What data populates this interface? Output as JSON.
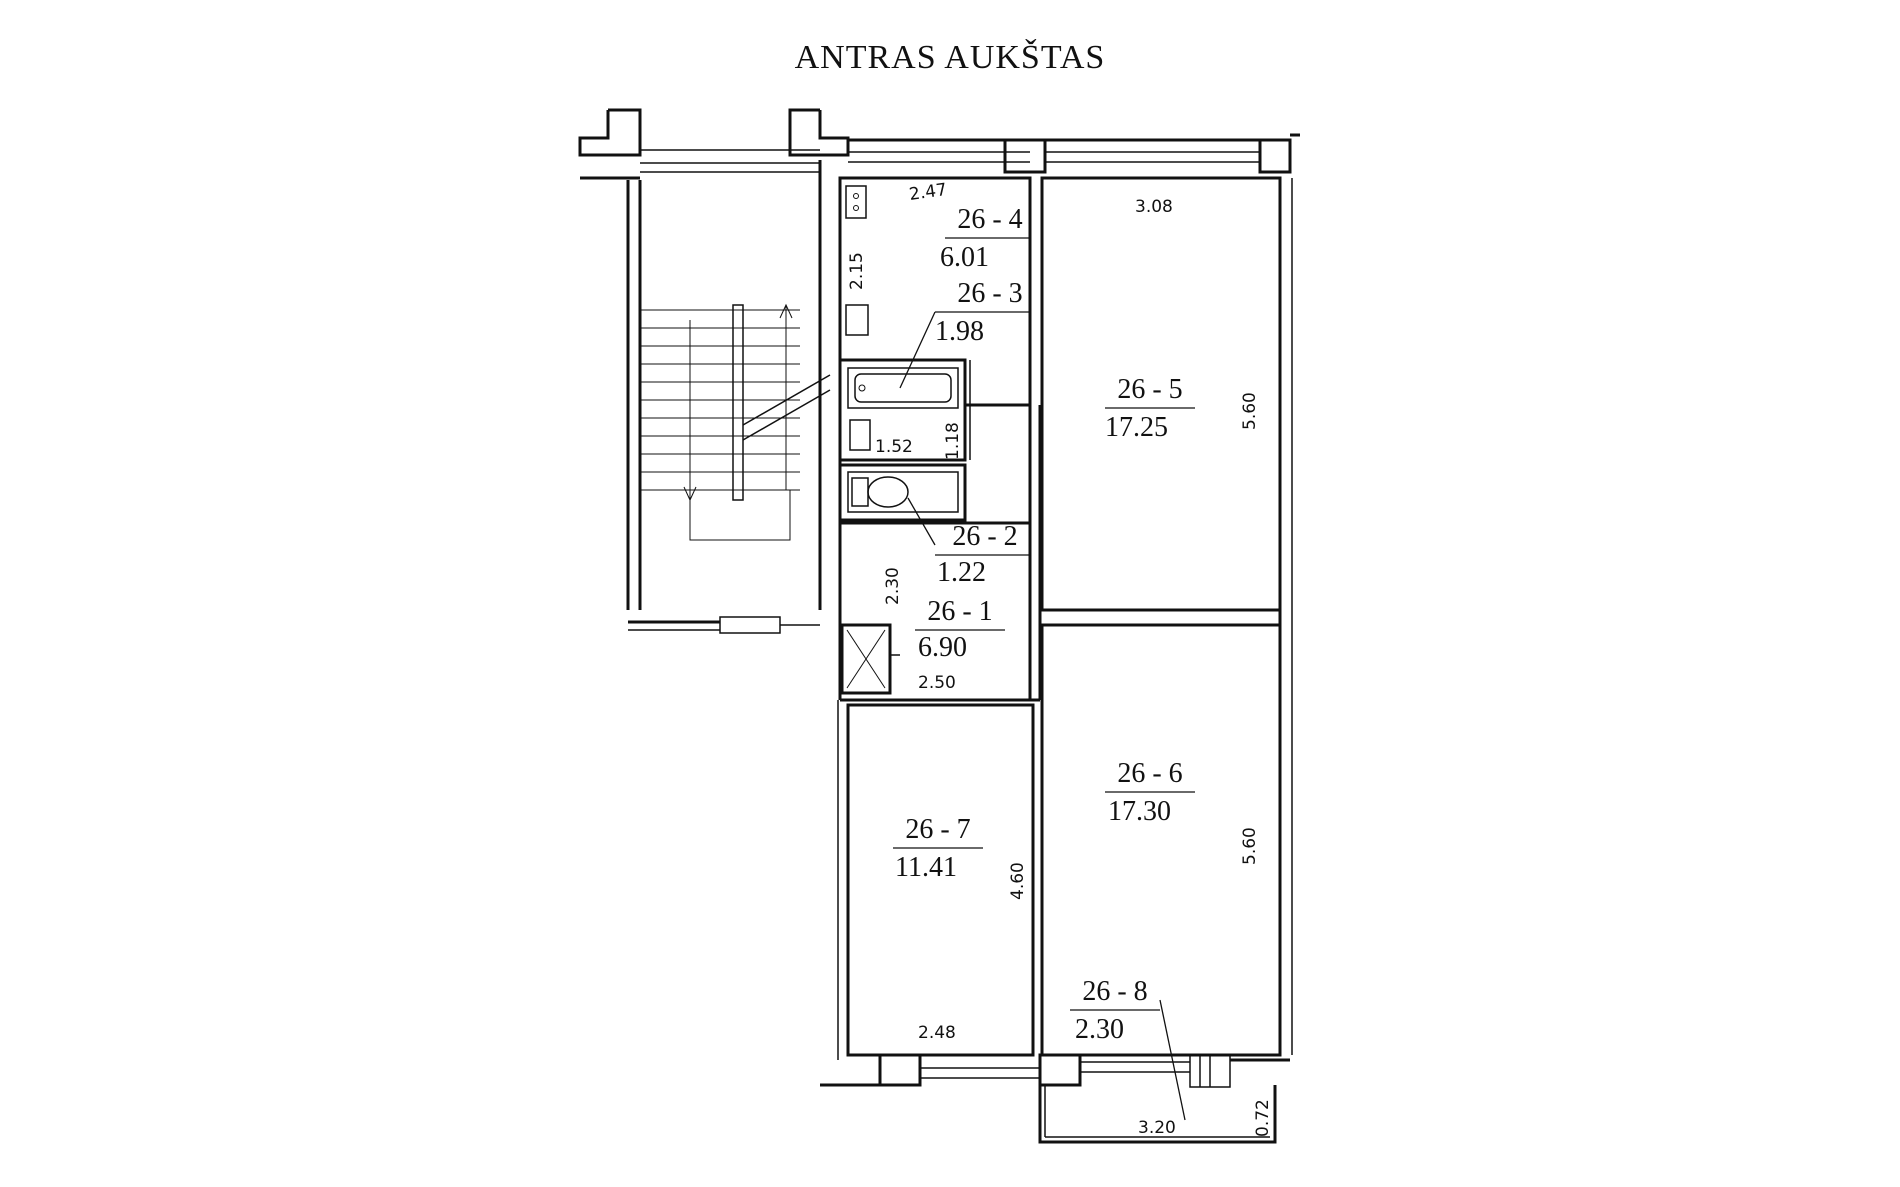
{
  "title": "ANTRAS AUKŠTAS",
  "rooms": [
    {
      "id": "26 - 1",
      "area": "6.90"
    },
    {
      "id": "26 - 2",
      "area": "1.22"
    },
    {
      "id": "26 - 3",
      "area": "1.98"
    },
    {
      "id": "26 - 4",
      "area": "6.01"
    },
    {
      "id": "26 - 5",
      "area": "17.25"
    },
    {
      "id": "26 - 6",
      "area": "17.30"
    },
    {
      "id": "26 - 7",
      "area": "11.41"
    },
    {
      "id": "26 - 8",
      "area": "2.30"
    }
  ],
  "dimensions": {
    "kitchen_width": "2.47",
    "kitchen_depth": "2.15",
    "room5_width": "3.08",
    "room5_depth": "5.60",
    "bath_width": "1.52",
    "bath_depth": "1.18",
    "hall_depth": "2.30",
    "hall_width": "2.50",
    "room6_depth": "5.60",
    "room7_depth": "4.60",
    "room7_width": "2.48",
    "balcony_width": "3.20",
    "balcony_depth": "0.72"
  }
}
